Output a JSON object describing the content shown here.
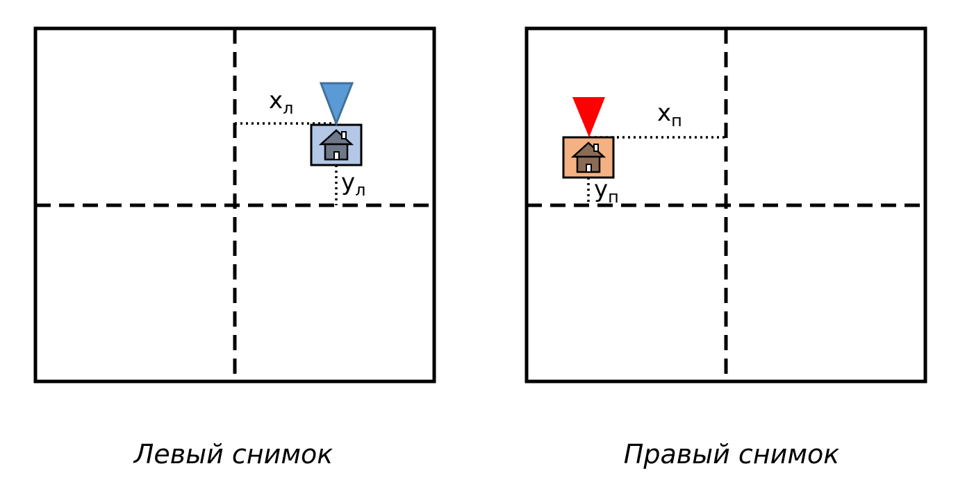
{
  "left_image": {
    "caption": "Левый снимок",
    "x_label": {
      "base": "x",
      "sub": "л"
    },
    "y_label": {
      "base": "y",
      "sub": "л"
    },
    "marker_color": "#5b9bd5",
    "marker_stroke": "#41719c",
    "box_fill": "#b4c7e7",
    "house_fill": "#6e7889",
    "house_icon": "house-icon"
  },
  "right_image": {
    "caption": "Правый снимок",
    "x_label": {
      "base": "x",
      "sub": "п"
    },
    "y_label": {
      "base": "y",
      "sub": "п"
    },
    "marker_color": "#ff0000",
    "box_fill": "#f4b183",
    "house_fill": "#8c6b55",
    "house_icon": "house-icon"
  },
  "colors": {
    "frame": "#000000",
    "background": "#ffffff"
  }
}
